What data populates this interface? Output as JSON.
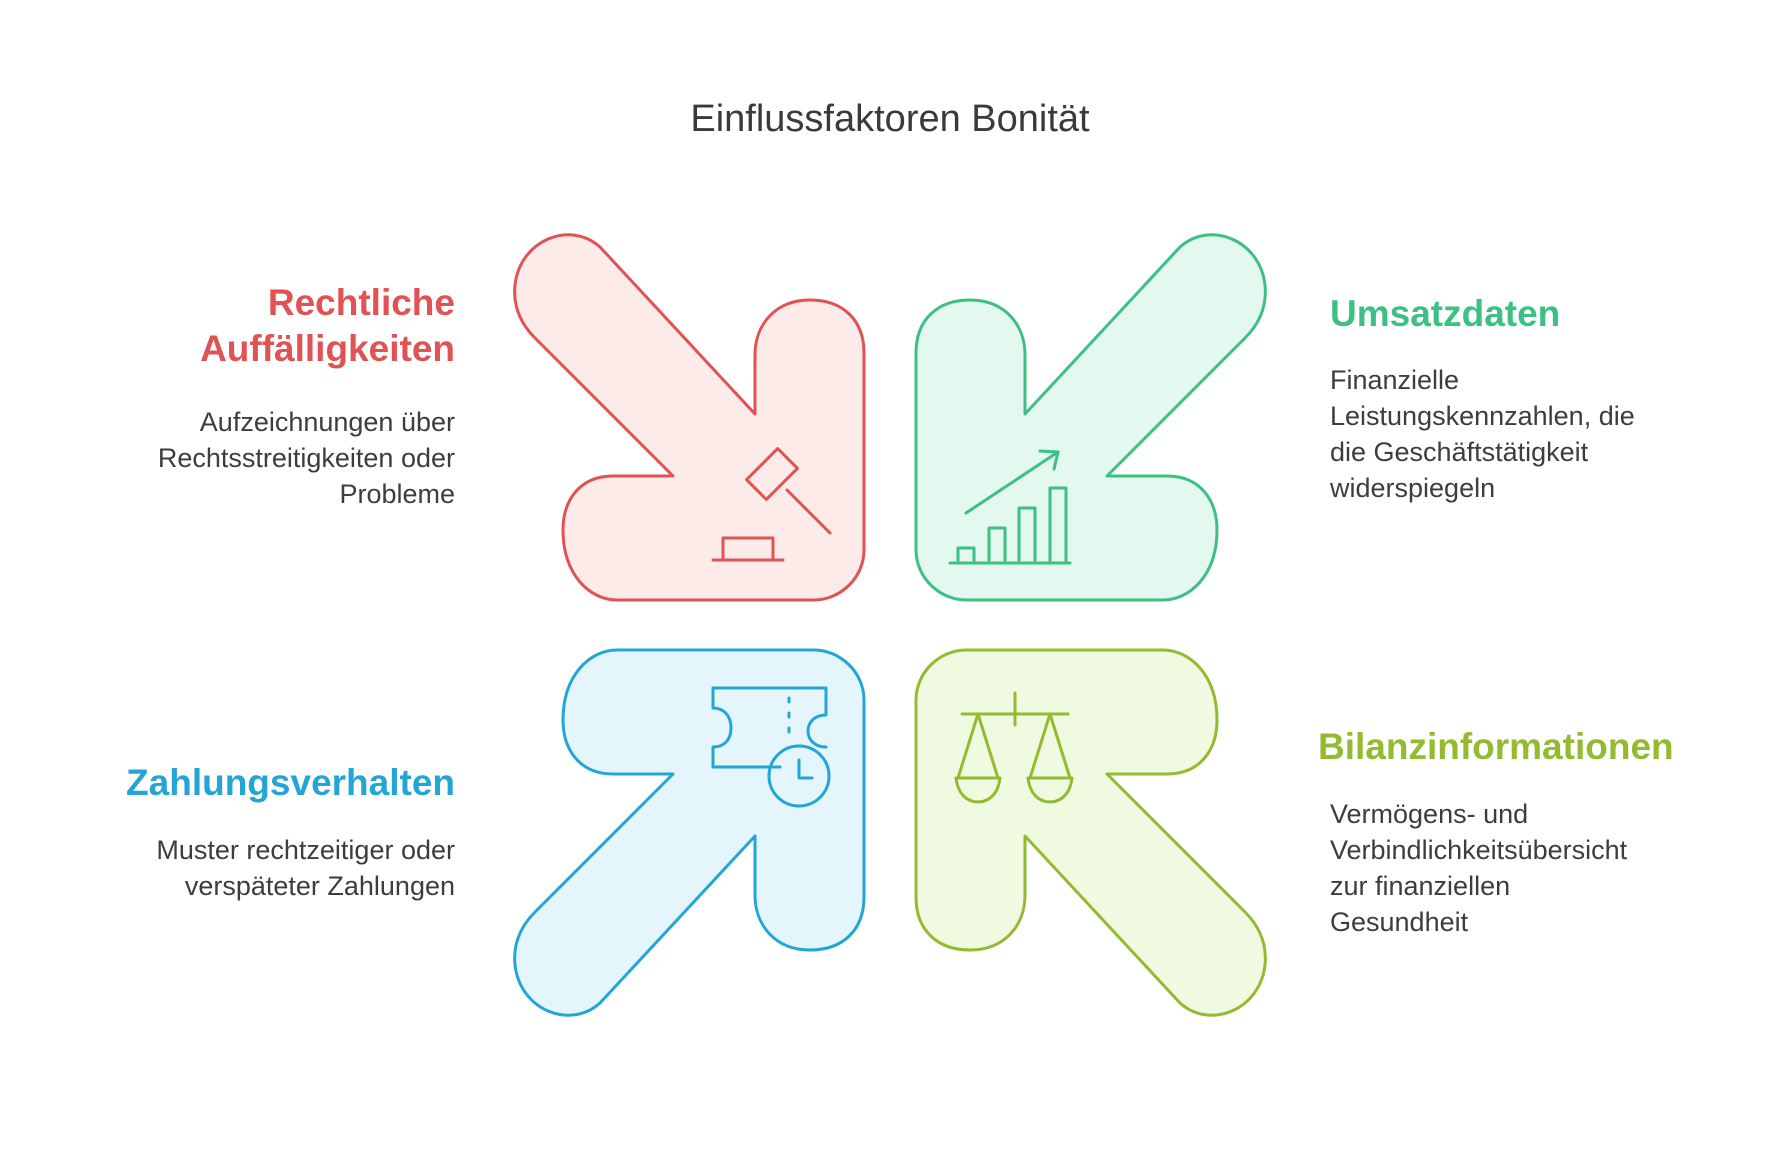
{
  "title": "Einflussfaktoren Bonität",
  "quadrants": [
    {
      "title_lines": [
        "Rechtliche",
        "Auffälligkeiten"
      ],
      "description_lines": [
        "Aufzeichnungen über",
        "Rechtsstreitigkeiten oder",
        "Probleme"
      ],
      "icon": "gavel-icon",
      "color": "#e05254",
      "fill": "#fdebea"
    },
    {
      "title_lines": [
        "Umsatzdaten"
      ],
      "description_lines": [
        "Finanzielle",
        "Leistungskennzahlen, die",
        "die Geschäftstätigkeit",
        "widerspiegeln"
      ],
      "icon": "growth-chart-icon",
      "color": "#3cc083",
      "fill": "#e3f8ee"
    },
    {
      "title_lines": [
        "Zahlungsverhalten"
      ],
      "description_lines": [
        "Muster rechtzeitiger oder",
        "verspäteter Zahlungen"
      ],
      "icon": "ticket-clock-icon",
      "color": "#23a6d5",
      "fill": "#e5f5fc"
    },
    {
      "title_lines": [
        "Bilanzinformationen"
      ],
      "description_lines": [
        "Vermögens- und",
        "Verbindlichkeitsübersicht",
        "zur finanziellen",
        "Gesundheit"
      ],
      "icon": "balance-scale-icon",
      "color": "#92bb2f",
      "fill": "#f0fae0"
    }
  ]
}
